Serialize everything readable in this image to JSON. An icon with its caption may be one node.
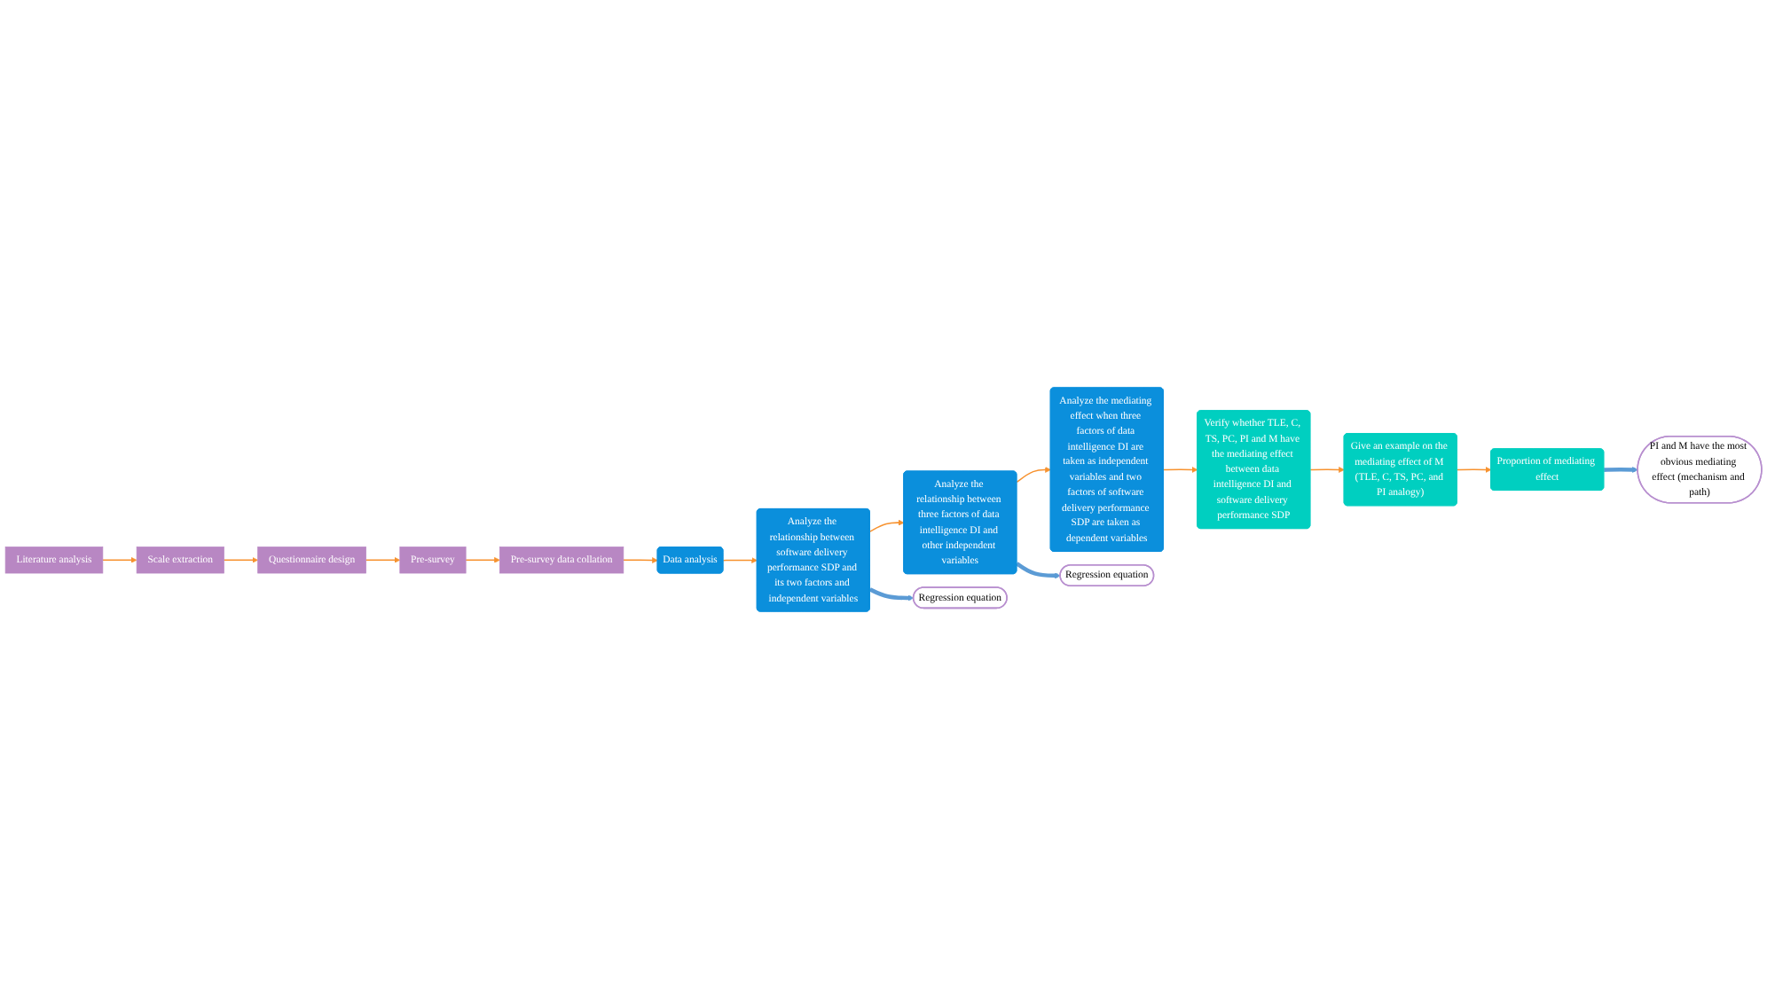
{
  "diagram": {
    "nodes": [
      {
        "text": [
          "Literature analysis"
        ]
      },
      {
        "text": [
          "Scale extraction"
        ]
      },
      {
        "text": [
          "Questionnaire design"
        ]
      },
      {
        "text": [
          "Pre-survey"
        ]
      },
      {
        "text": [
          "Pre-survey data collation"
        ]
      },
      {
        "text": [
          "Data analysis"
        ]
      },
      {
        "text": [
          "Verify whether TLE, C, TS, PC, PI and M have the mediating effect between data intelligence DI and software delivery performance SDP"
        ]
      },
      {
        "text": [
          "Analyze the mediating effect when three factors of data intelligence DI are taken as independent variables and two factors of software delivery performance SDP are taken as dependent variables"
        ]
      },
      {
        "text": [
          "Analyze the relationship between three factors of data intelligence DI and other independent variables"
        ]
      },
      {
        "text": [
          "Analyze the relationship between software delivery performance SDP and its two factors and independent variables"
        ]
      },
      {
        "text": [
          "Regression equation"
        ]
      },
      {
        "text": [
          "Regression equation"
        ]
      },
      {
        "text": [
          "Give an example on the mediating effect of M (TLE, C, TS, PC, and PI analogy)"
        ]
      },
      {
        "text": [
          "Proportion of mediating effect"
        ]
      },
      {
        "text": [
          "PI and M have the most obvious mediating effect (mechanism and path)"
        ]
      }
    ],
    "edges": [
      {
        "from": 0,
        "to": 1,
        "arrow": "to"
      },
      {
        "from": 1,
        "to": 2,
        "arrow": "to"
      },
      {
        "from": 2,
        "to": 3,
        "arrow": "to"
      },
      {
        "from": 3,
        "to": 4,
        "arrow": "to"
      },
      {
        "from": 4,
        "to": 5,
        "arrow": "to"
      },
      {
        "from": 5,
        "to": 9,
        "arrow": "to"
      },
      {
        "from": 9,
        "to": 8,
        "arrow": "to"
      },
      {
        "from": 8,
        "to": 7,
        "arrow": "to"
      },
      {
        "from": 7,
        "to": 6,
        "arrow": "to"
      },
      {
        "from": 8,
        "to": 10,
        "arrow": "to",
        "style": "thick",
        "color": "#5b9bd5"
      },
      {
        "from": 9,
        "to": 11,
        "arrow": "to",
        "style": "thick",
        "color": "#5b9bd5"
      },
      {
        "from": 6,
        "to": 12,
        "arrow": "to"
      },
      {
        "from": 12,
        "to": 13,
        "arrow": "to"
      },
      {
        "from": 13,
        "to": 14,
        "arrow": "to",
        "style": "thick",
        "color": "#5b9bd5"
      }
    ]
  }
}
